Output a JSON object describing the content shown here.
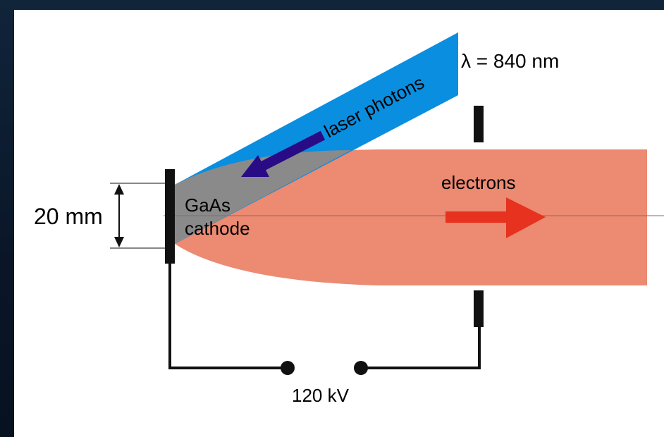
{
  "colors": {
    "background_frame": "#0b1626",
    "panel": "#ffffff",
    "laser_beam": "#0a8ee0",
    "electron_beam": "#ec8a72",
    "overlap_region": "#8a8a8a",
    "laser_arrow": "#2a0b86",
    "electron_arrow": "#e6321e",
    "electrodes": "#111111"
  },
  "labels": {
    "wavelength": "λ = 840 nm",
    "laser": "laser photons",
    "electrons": "electrons",
    "cathode_line1": "GaAs",
    "cathode_line2": "cathode",
    "dimension": "20 mm",
    "voltage": "120 kV"
  },
  "icons": {
    "laser_direction": "arrow-left-down-icon",
    "electron_direction": "arrow-right-icon",
    "dimension_marker": "double-arrow-vertical-icon",
    "terminal": "circle-dot-icon"
  }
}
